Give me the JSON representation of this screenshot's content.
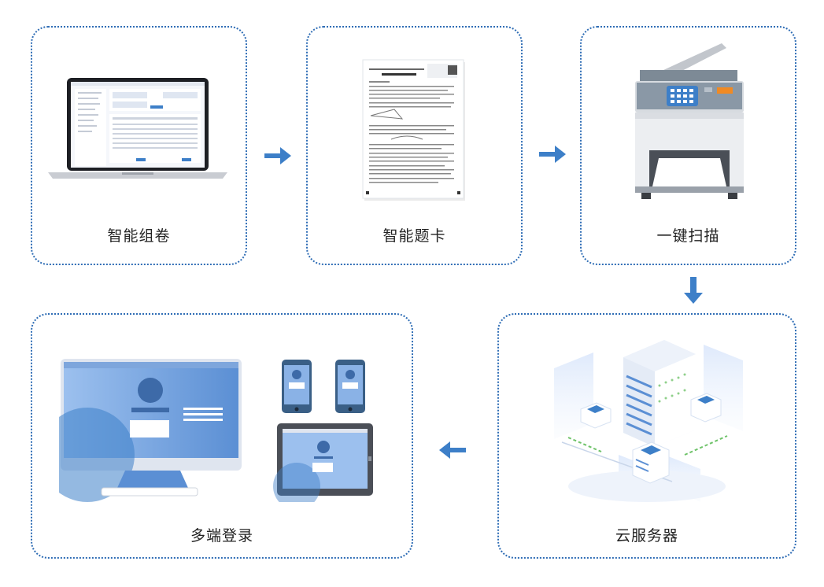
{
  "steps": [
    {
      "label": "智能组卷",
      "icon": "laptop-icon"
    },
    {
      "label": "智能题卡",
      "icon": "answer-sheet-icon"
    },
    {
      "label": "一键扫描",
      "icon": "scanner-printer-icon"
    },
    {
      "label": "云服务器",
      "icon": "cloud-server-icon"
    },
    {
      "label": "多端登录",
      "icon": "multi-device-icon"
    }
  ],
  "colors": {
    "border": "#2f6db5",
    "arrow": "#3d7fc8",
    "accent": "#5b8fd4"
  }
}
